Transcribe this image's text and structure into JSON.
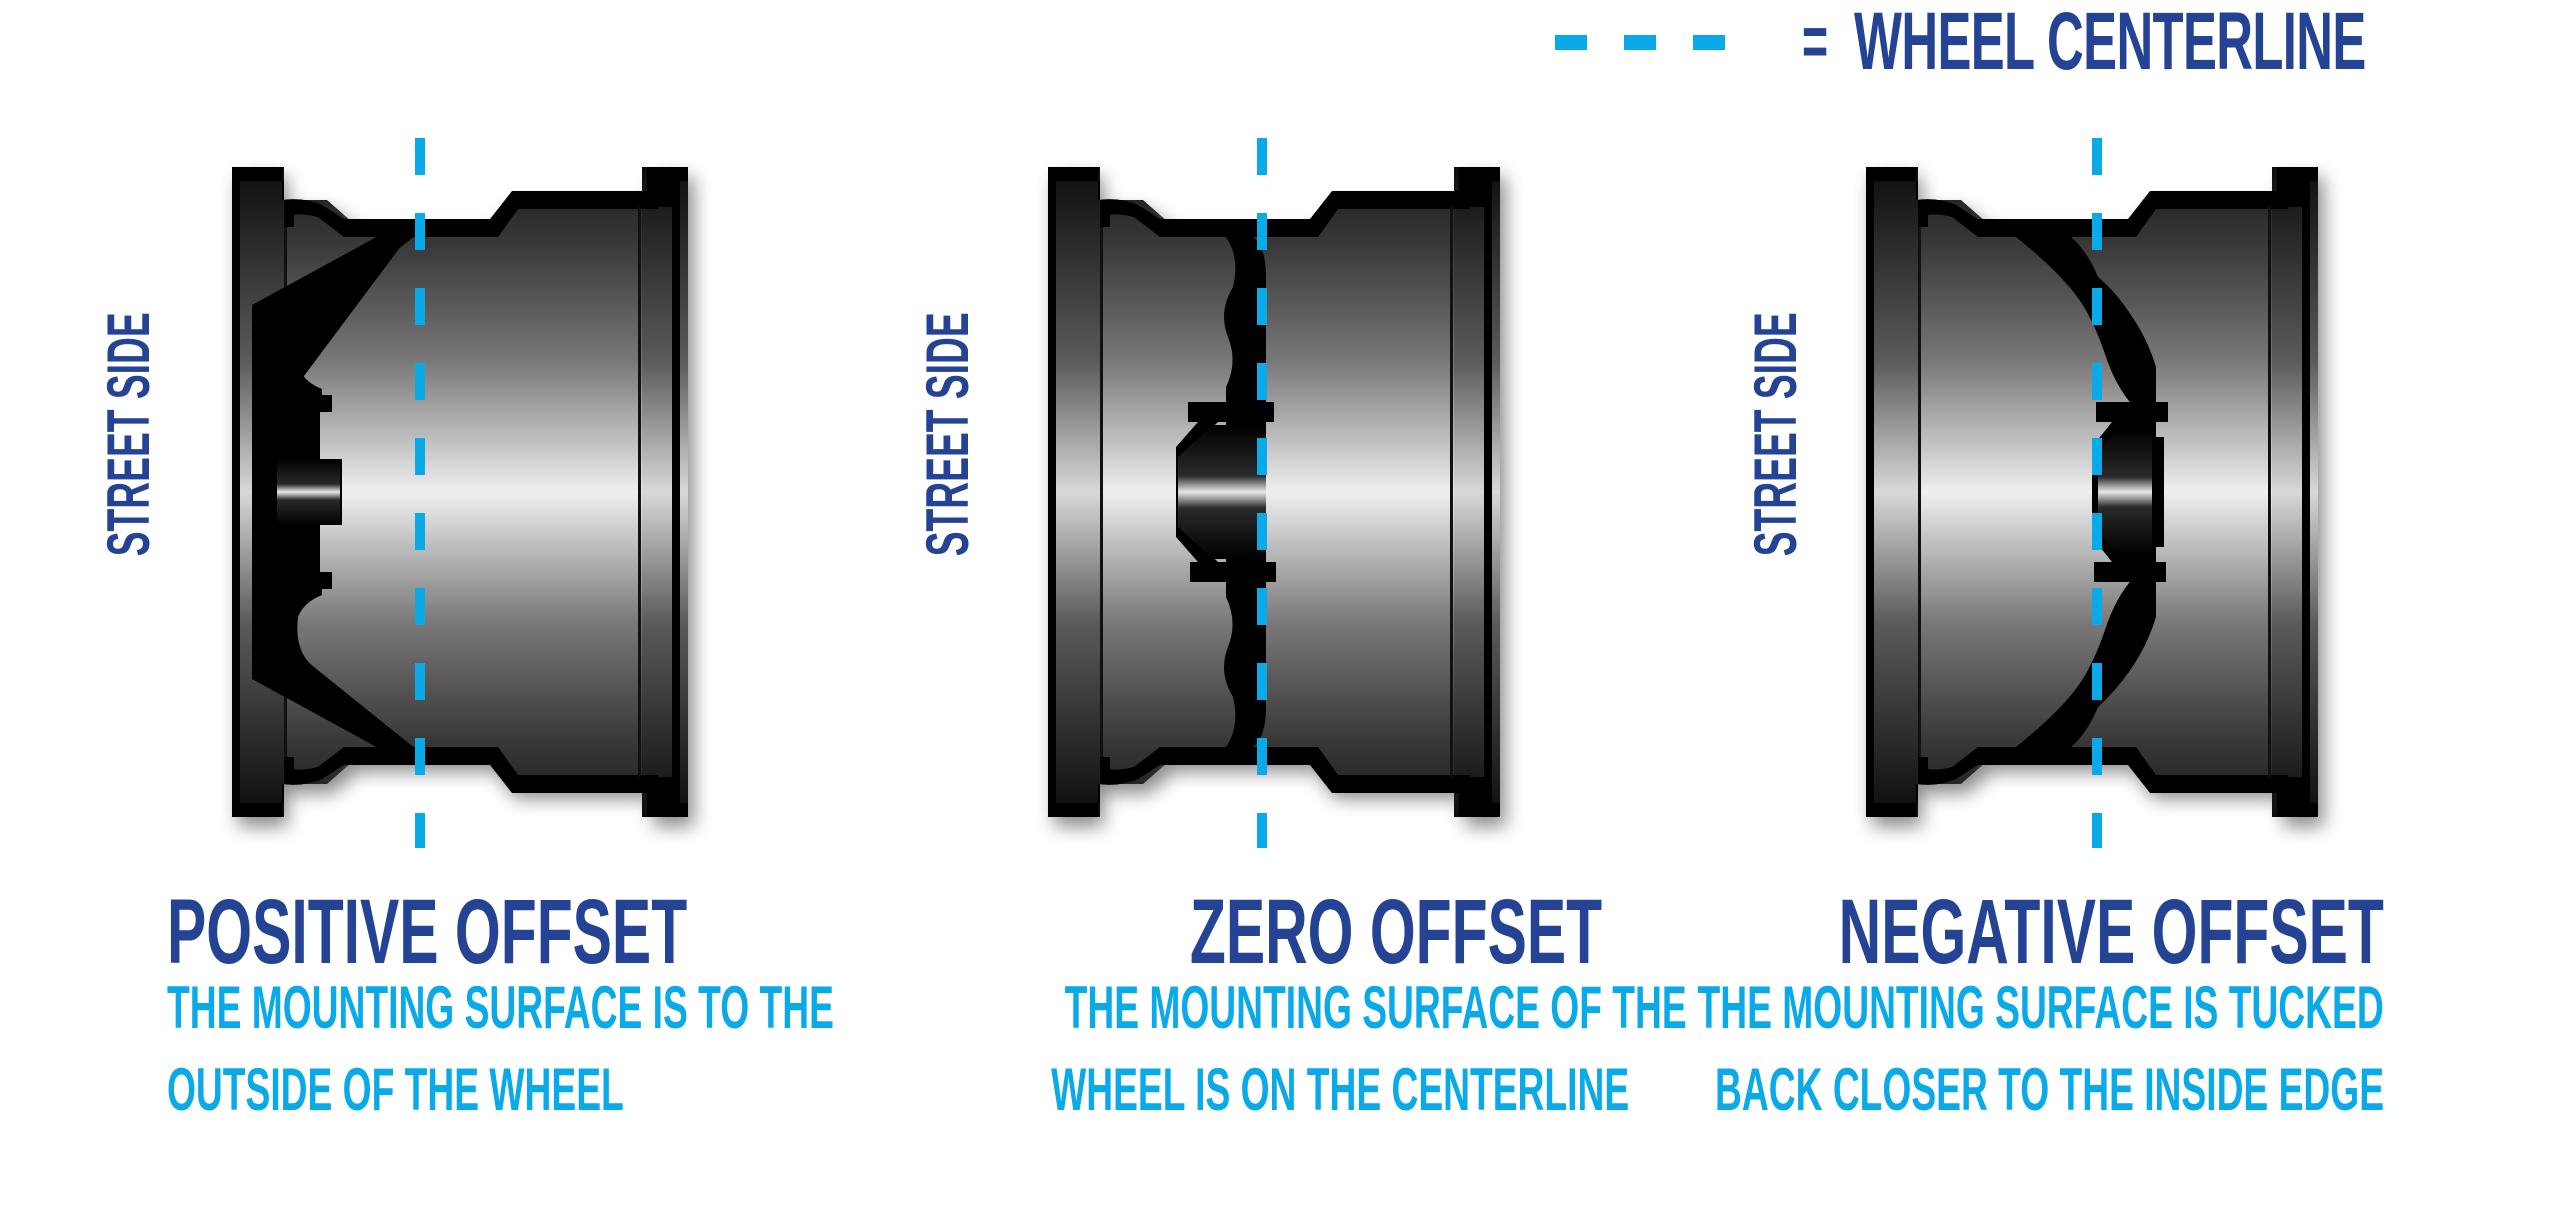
{
  "legend": {
    "dash_count": 3,
    "equals": "=",
    "label": "WHEEL CENTERLINE"
  },
  "colors": {
    "dark_blue": "#244394",
    "light_blue": "#0aa9e8",
    "wheel_dark": "#0a0a0a",
    "wheel_light": "#f2f2f2",
    "background": "#ffffff"
  },
  "panels": [
    {
      "side_label": "STREET SIDE",
      "heading": "POSITIVE OFFSET",
      "description_lines": [
        "THE MOUNTING SURFACE IS TO THE",
        "OUTSIDE OF THE WHEEL"
      ],
      "offset_type": "positive"
    },
    {
      "side_label": "STREET SIDE",
      "heading": "ZERO OFFSET",
      "description_lines": [
        "THE MOUNTING SURFACE OF THE",
        "WHEEL IS ON THE CENTERLINE"
      ],
      "offset_type": "zero"
    },
    {
      "side_label": "STREET SIDE",
      "heading": "NEGATIVE OFFSET",
      "description_lines": [
        "THE MOUNTING SURFACE IS TUCKED",
        "BACK CLOSER TO THE INSIDE EDGE"
      ],
      "offset_type": "negative"
    }
  ]
}
